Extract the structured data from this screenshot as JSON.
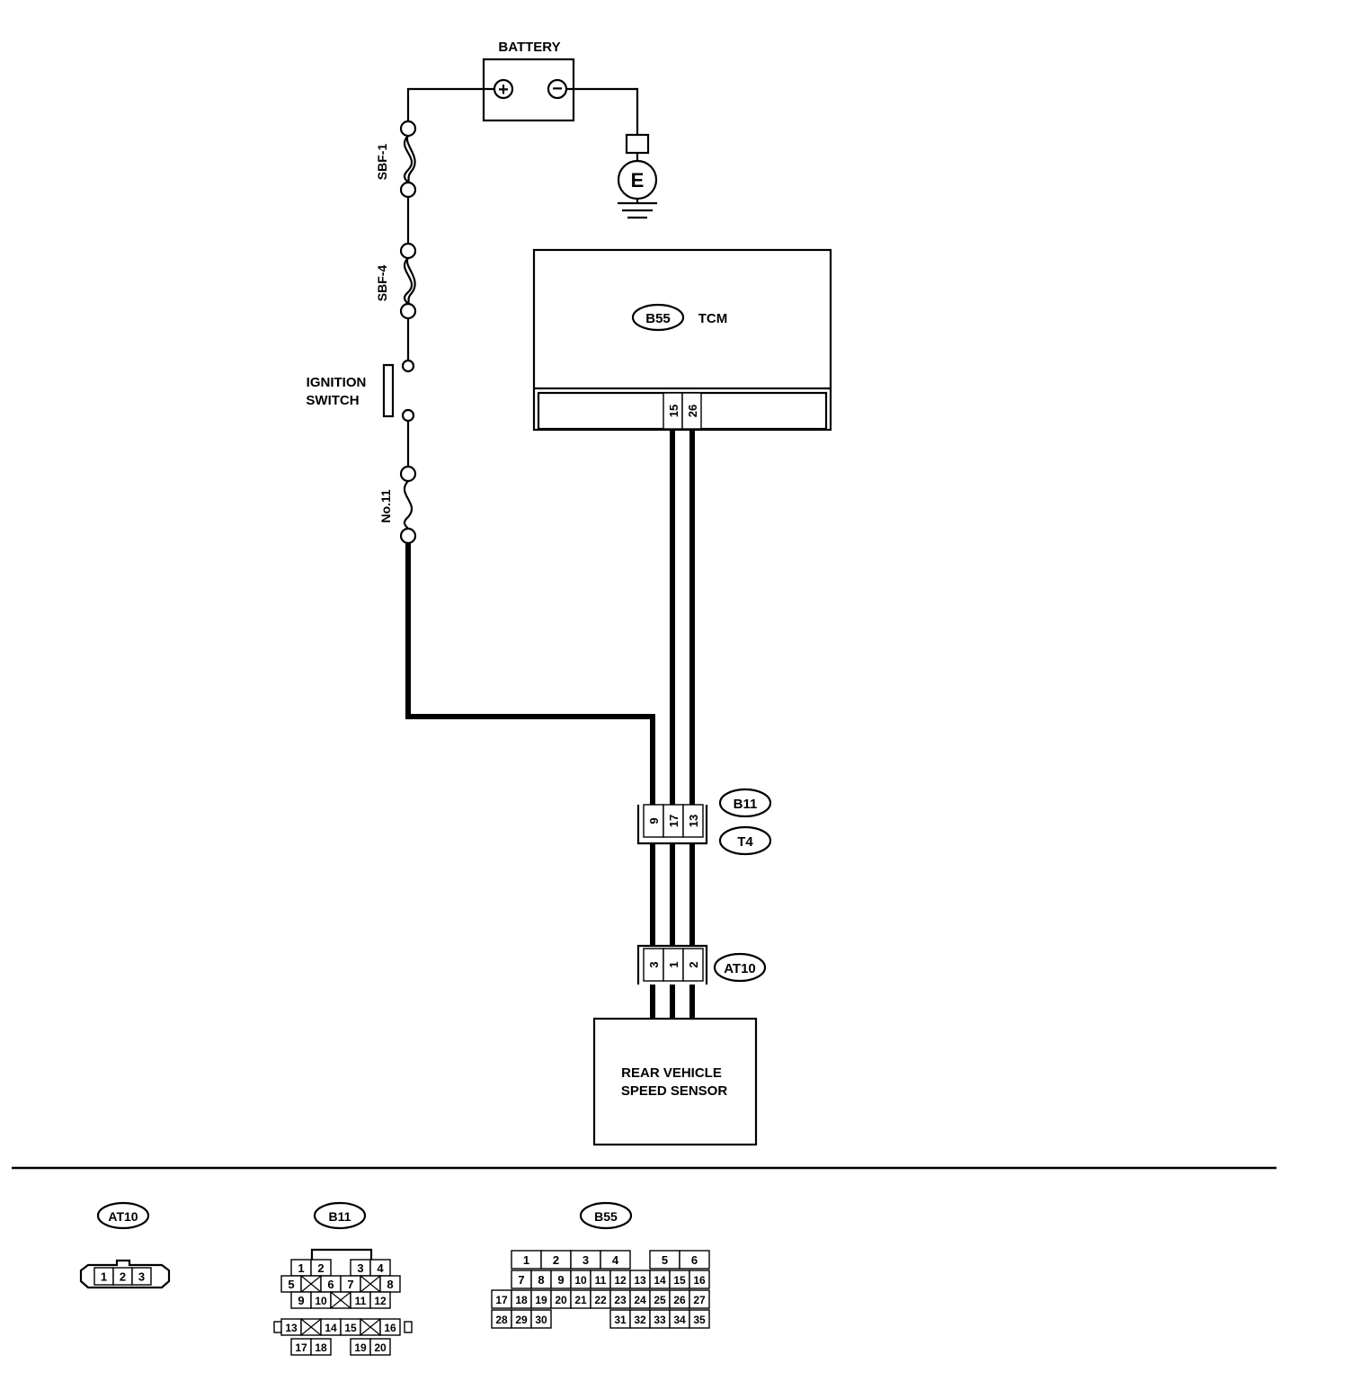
{
  "labels": {
    "battery": "BATTERY",
    "battery_plus": "+",
    "battery_minus": "−",
    "ground": "E",
    "sbf1": "SBF-1",
    "sbf4": "SBF-4",
    "ignition_line1": "IGNITION",
    "ignition_line2": "SWITCH",
    "fuse_no11": "No.11",
    "tcm_connector": "B55",
    "tcm_name": "TCM",
    "sensor_line1": "REAR VEHICLE",
    "sensor_line2": "SPEED SENSOR"
  },
  "tcm_pins": [
    "15",
    "26"
  ],
  "joint_connector": {
    "ids": [
      "B11",
      "T4"
    ],
    "pins": [
      "9",
      "17",
      "13"
    ]
  },
  "sensor_connector": {
    "id": "AT10",
    "pins": [
      "3",
      "1",
      "2"
    ]
  },
  "connector_views": [
    {
      "id": "AT10",
      "pins": [
        "1",
        "2",
        "3"
      ]
    },
    {
      "id": "B11",
      "pins": [
        "1",
        "2",
        "3",
        "4",
        "5",
        "6",
        "7",
        "8",
        "9",
        "10",
        "11",
        "12",
        "13",
        "14",
        "15",
        "16",
        "17",
        "18",
        "19",
        "20"
      ]
    },
    {
      "id": "B55",
      "pins": [
        "1",
        "2",
        "3",
        "4",
        "5",
        "6",
        "7",
        "8",
        "9",
        "10",
        "11",
        "12",
        "13",
        "14",
        "15",
        "16",
        "17",
        "18",
        "19",
        "20",
        "21",
        "22",
        "23",
        "24",
        "25",
        "26",
        "27",
        "28",
        "29",
        "30",
        "31",
        "32",
        "33",
        "34",
        "35"
      ]
    }
  ]
}
